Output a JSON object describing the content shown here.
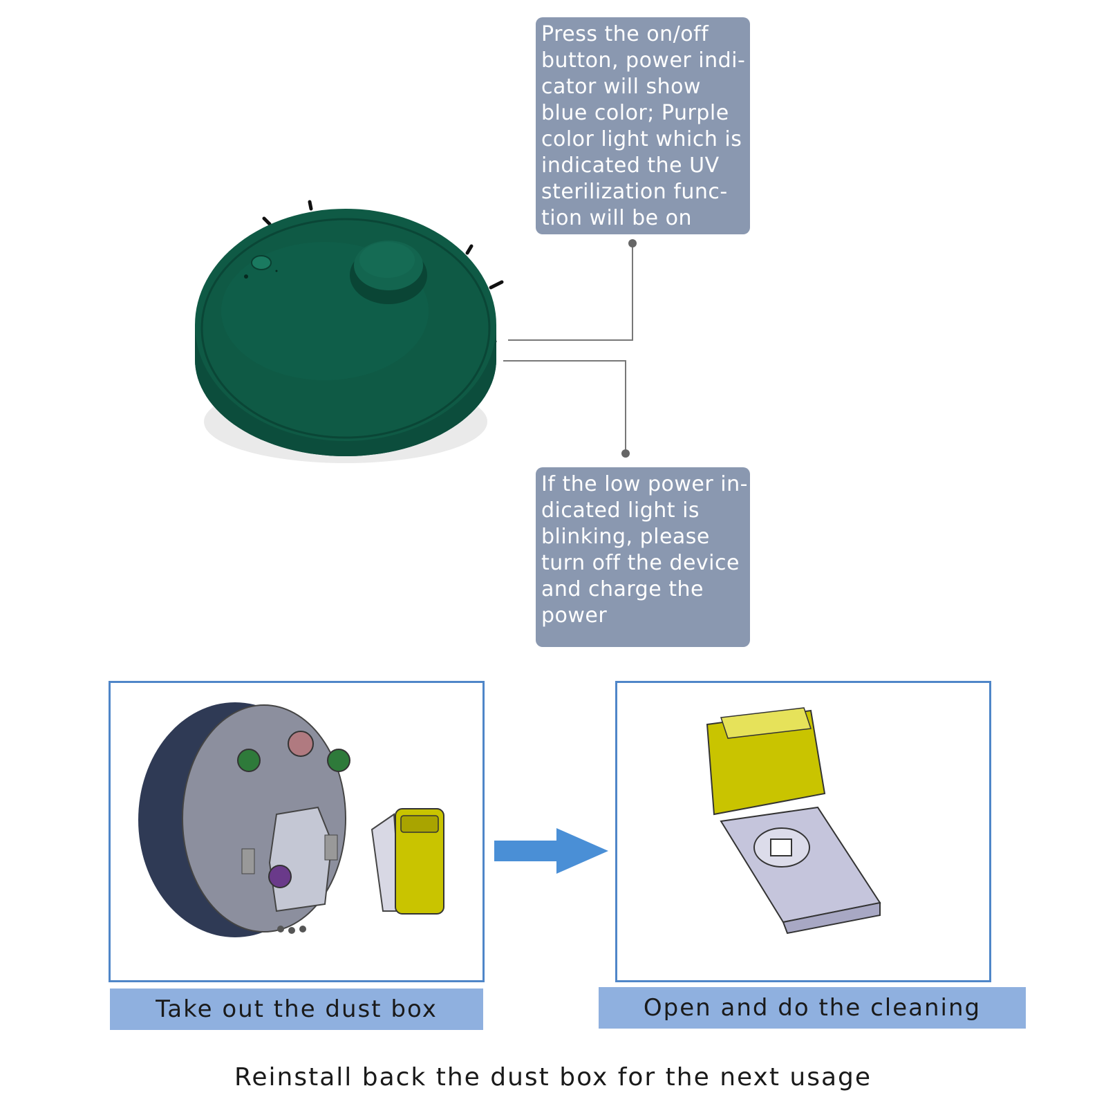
{
  "top_callout": {
    "lines": [
      "Press the on/off",
      "button, power indi-",
      "cator will show",
      "blue color; Purple",
      "color light which is",
      "indicated the UV",
      "sterilization  func-",
      "tion will be on"
    ]
  },
  "bottom_callout": {
    "lines": [
      "If the low power in-",
      "dicated light is",
      "blinking, please",
      "turn off the device",
      "and charge the",
      "power"
    ]
  },
  "steps": [
    {
      "caption": "Take out the dust box"
    },
    {
      "caption": "Open and do the cleaning"
    }
  ],
  "footer": "Reinstall back the dust box for the next usage",
  "colors": {
    "callout_bg": "#8a98b0",
    "caption_bg": "#8fb0df",
    "frame_border": "#4f86c8",
    "robot_green": "#0f5a45",
    "arrow_blue": "#4a8fd6",
    "dustbox_yellow": "#c9c400"
  }
}
